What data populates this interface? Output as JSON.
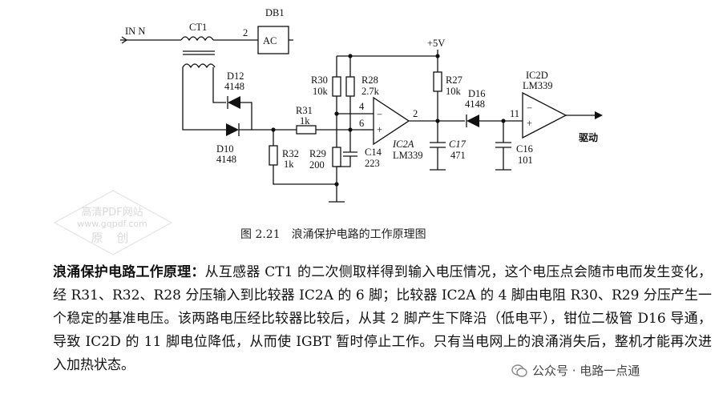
{
  "schematic": {
    "labels": {
      "in": "IN N",
      "ct1": "CT1",
      "db1": "DB1",
      "db1_pin": "2",
      "db1_ac": "AC",
      "vcc": "+5V",
      "d12_name": "D12",
      "d12_val": "4148",
      "d10_name": "D10",
      "d10_val": "4148",
      "r31_name": "R31",
      "r31_val": "1k",
      "r32_name": "R32",
      "r32_val": "1k",
      "r30_name": "R30",
      "r30_val": "10k",
      "r28_name": "R28",
      "r28_val": "2.7k",
      "r29_name": "R29",
      "r29_val": "200",
      "c14_name": "C14",
      "c14_val": "223",
      "r27_name": "R27",
      "r27_val": "10k",
      "d16_name": "D16",
      "d16_val": "4148",
      "pin4": "4",
      "pin6": "6",
      "pin2": "2",
      "pin11": "11",
      "ic2a_name": "IC2A",
      "ic2a_val": "LM339",
      "c17_name": "C17",
      "c17_val": "471",
      "c16_name": "C16",
      "c16_val": "101",
      "ic2d_name": "IC2D",
      "ic2d_val": "LM339",
      "output": "驱动"
    }
  },
  "watermark": {
    "line1": "高清PDF网站",
    "line2": "www.gqpdf.com",
    "line3": "原 创"
  },
  "caption": {
    "number": "图 2.21",
    "title": "浪涌保护电路的工作原理图"
  },
  "body": {
    "lead": "浪涌保护电路工作原理：",
    "text": "从互感器 CT1 的二次侧取样得到输入电压情况，这个电压点会随市电而发生变化，经 R31、R32、R28 分压输入到比较器 IC2A 的 6 脚；比较器 IC2A 的 4 脚由电阻 R30、R29 分压产生一个稳定的基准电压。该两路电压经比较器比较后，从其 2 脚产生下降沿（低电平），钳位二极管 D16 导通，导致 IC2D 的 11 脚电位降低，从而使 IGBT 暂时停止工作。只有当电网上的浪涌消失后，整机才能再次进入加热状态。"
  },
  "badge": {
    "text": "公众号 · 电路一点通"
  }
}
